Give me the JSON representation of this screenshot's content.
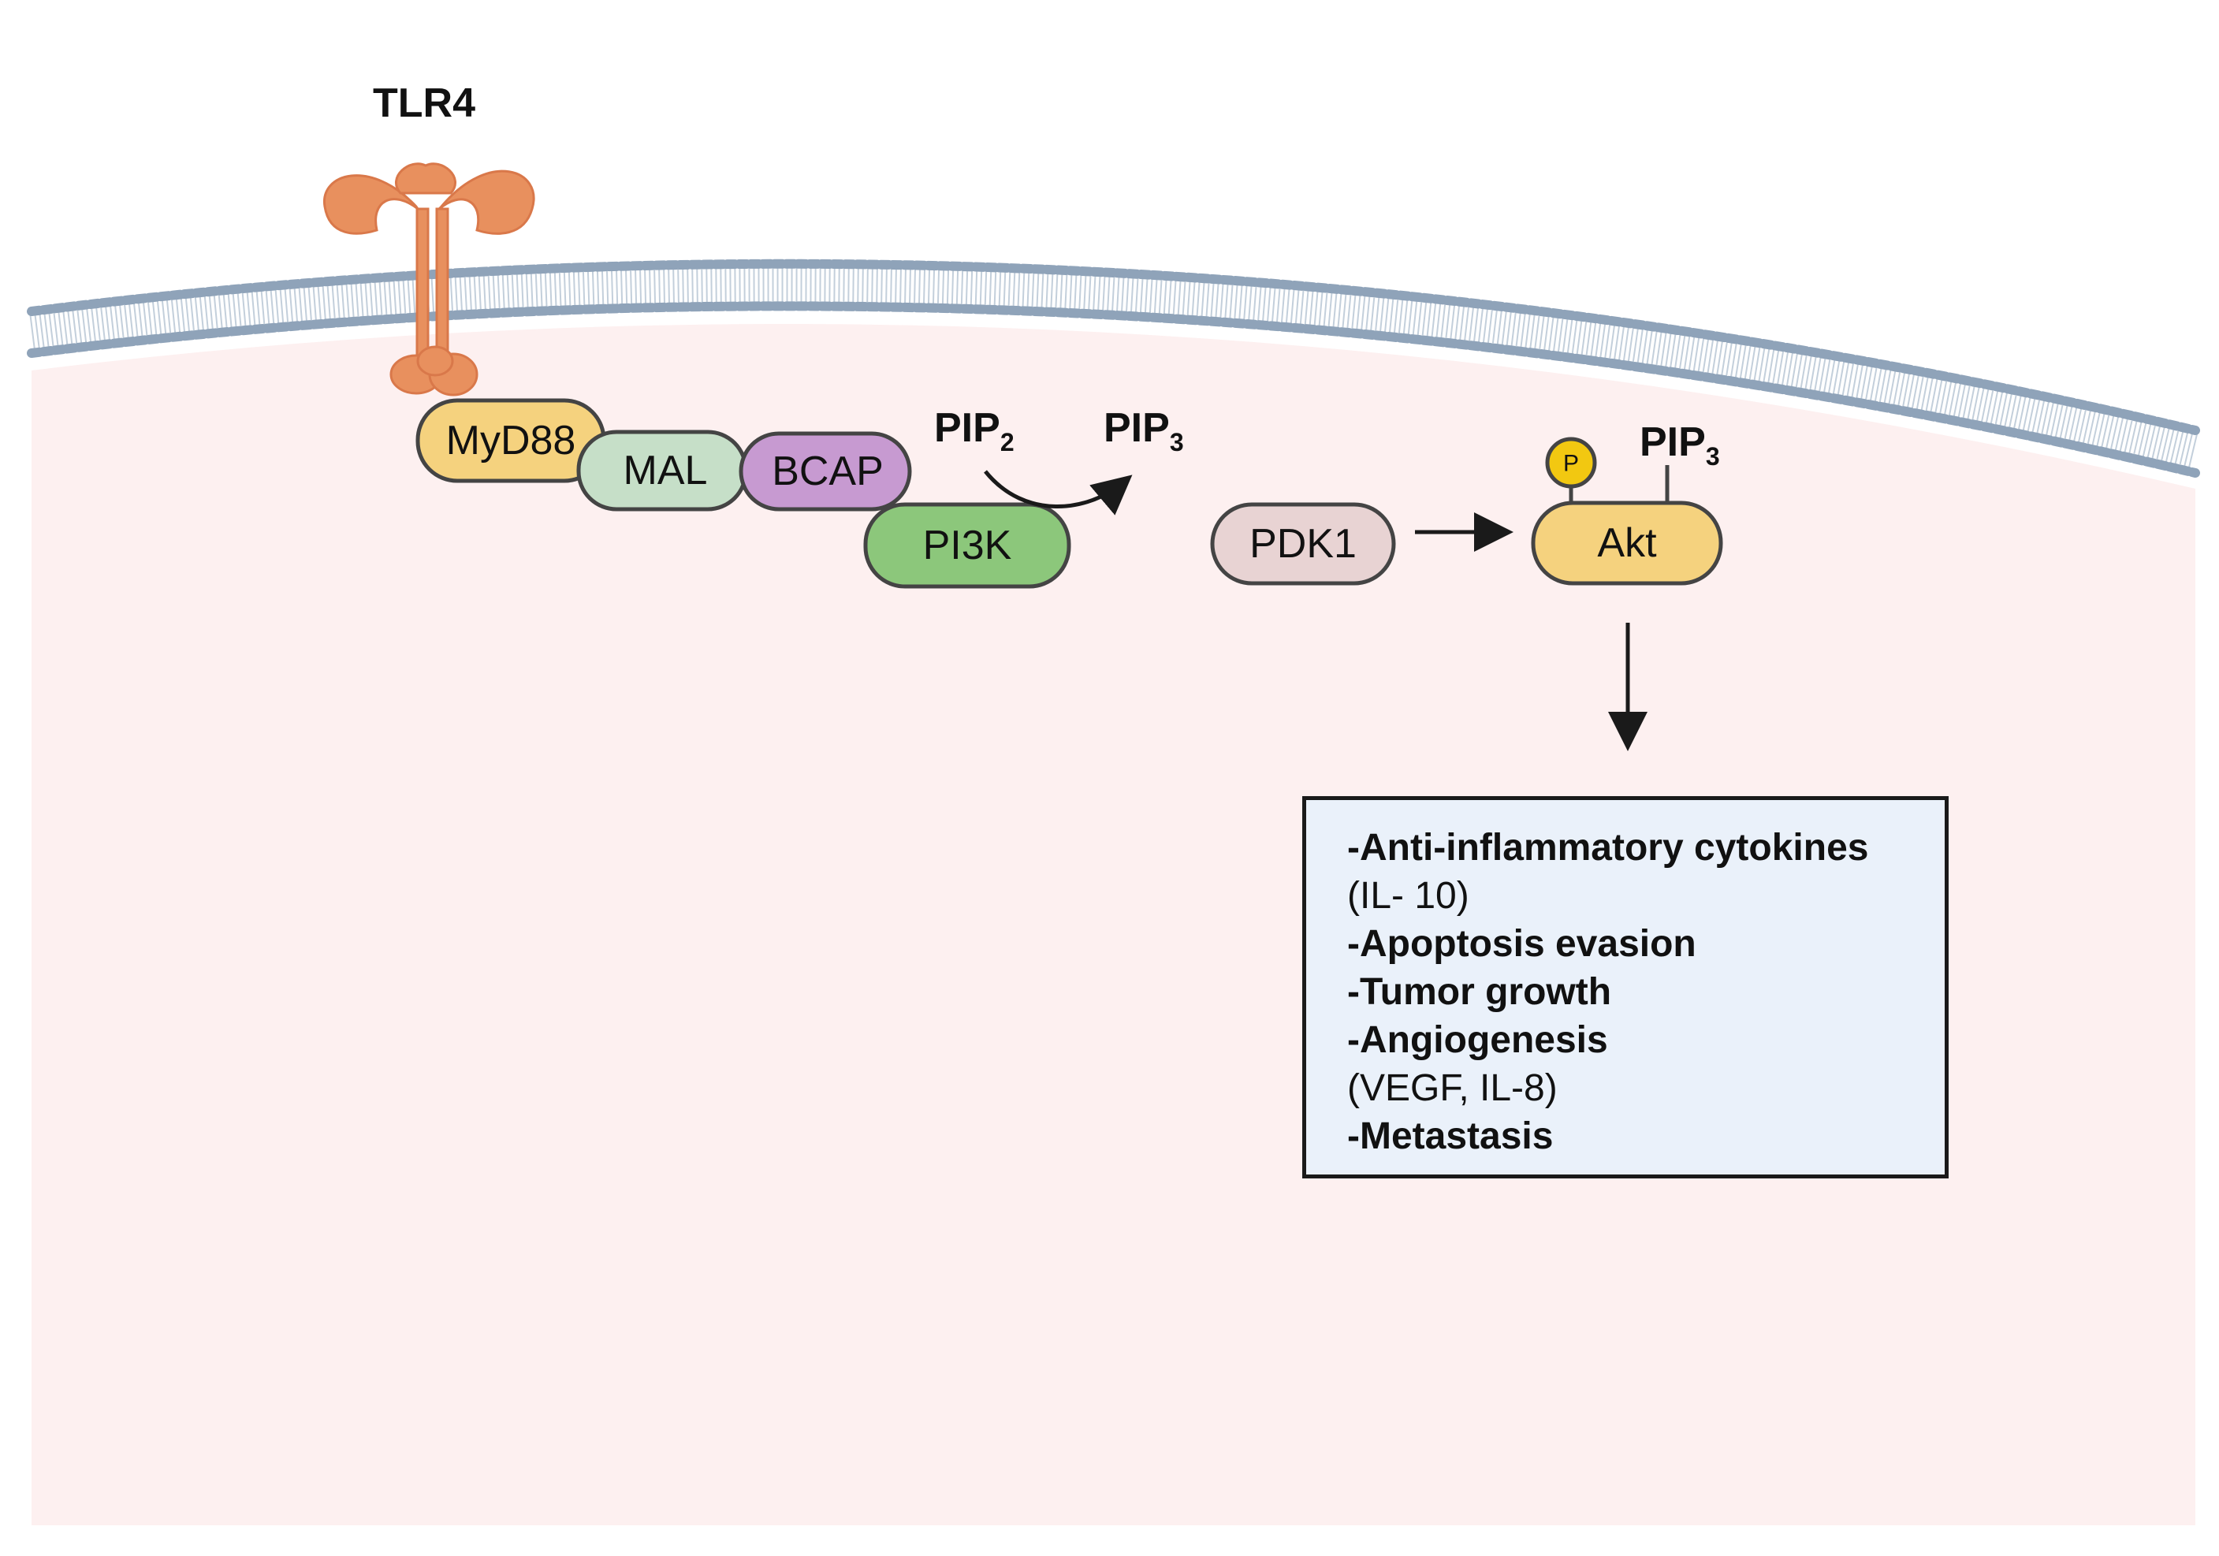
{
  "receptor": {
    "label": "TLR4"
  },
  "complex": {
    "myd88": "MyD88",
    "mal": "MAL",
    "bcap": "BCAP",
    "pi3k": "PI3K"
  },
  "lipids": {
    "pip2": {
      "base": "PIP",
      "sub": "2"
    },
    "pip3": {
      "base": "PIP",
      "sub": "3"
    },
    "akt_pip3": {
      "base": "PIP",
      "sub": "3"
    }
  },
  "kinases": {
    "pdk1": "PDK1",
    "akt": "Akt",
    "phospho": "P"
  },
  "outcomes": {
    "lines": [
      {
        "text": "-Anti-inflammatory cytokines",
        "bold": true
      },
      {
        "text": "(IL- 10)",
        "bold": false
      },
      {
        "text": "-Apoptosis evasion",
        "bold": true
      },
      {
        "text": "-Tumor growth",
        "bold": true
      },
      {
        "text": "-Angiogenesis",
        "bold": true
      },
      {
        "text": "(VEGF, IL-8)",
        "bold": false
      },
      {
        "text": "-Metastasis",
        "bold": true
      }
    ]
  },
  "colors": {
    "cytoplasm": "#fdf0f0",
    "membrane_head": "#8fa3b9",
    "tlr4": "#e8905e",
    "myd88": "#f5d27e",
    "mal": "#c6dfc8",
    "bcap": "#c79ad1",
    "pi3k": "#8cc77b",
    "pdk1": "#e8d3d3",
    "akt": "#f5d27e",
    "phospho": "#f2c811",
    "outcome_box": "#eaf1fa"
  }
}
